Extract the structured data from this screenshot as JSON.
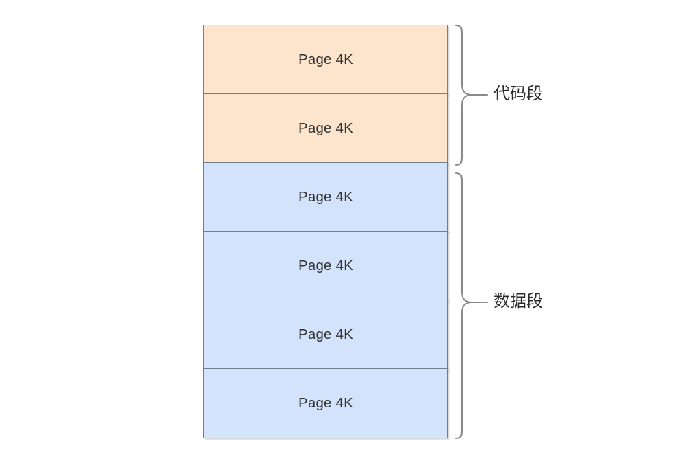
{
  "diagram": {
    "type": "memory-segment-layout",
    "colors": {
      "code_segment_fill": "#fce4cd",
      "data_segment_fill": "#d3e3fb",
      "box_border": "#73808c",
      "brace_stroke": "#8a8a8a",
      "text": "#333333"
    },
    "pages": [
      {
        "label": "Page 4K",
        "segment": "code"
      },
      {
        "label": "Page 4K",
        "segment": "code"
      },
      {
        "label": "Page 4K",
        "segment": "data"
      },
      {
        "label": "Page 4K",
        "segment": "data"
      },
      {
        "label": "Page 4K",
        "segment": "data"
      },
      {
        "label": "Page 4K",
        "segment": "data"
      }
    ],
    "segments": [
      {
        "id": "code",
        "label": "代码段",
        "page_count": 2
      },
      {
        "id": "data",
        "label": "数据段",
        "page_count": 4
      }
    ]
  }
}
